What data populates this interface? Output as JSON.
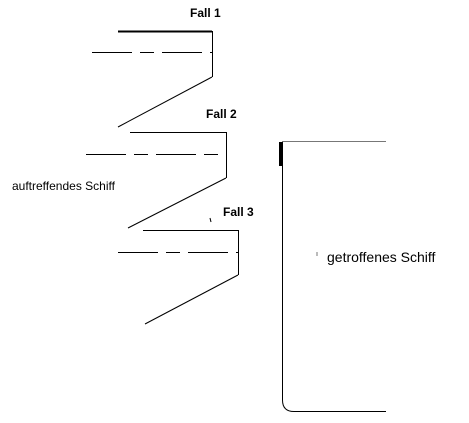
{
  "cases": [
    {
      "label": "Fall 1"
    },
    {
      "label": "Fall 2"
    },
    {
      "label": "Fall 3"
    }
  ],
  "striking_ship_label": "auftreffendes Schiff",
  "struck_ship_label": "getroffenes Schiff"
}
